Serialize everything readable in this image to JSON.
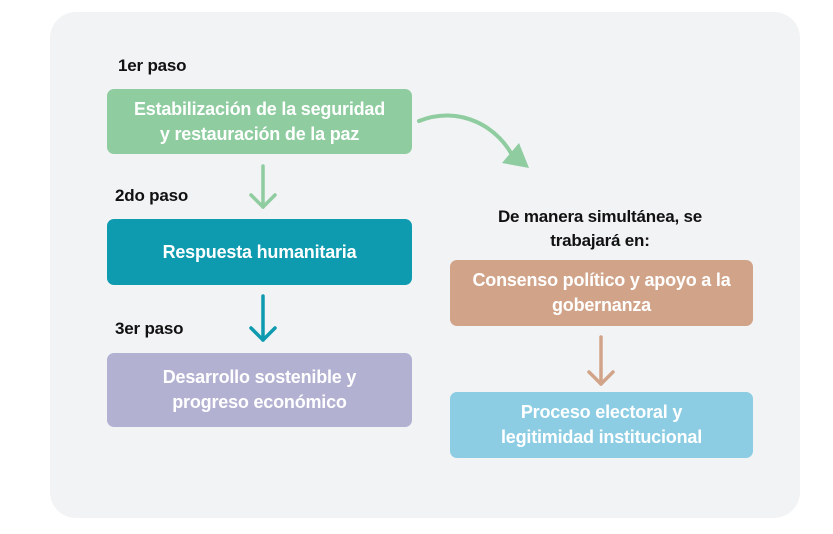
{
  "steps": {
    "step1_label": "1er paso",
    "step2_label": "2do paso",
    "step3_label": "3er paso"
  },
  "boxes": {
    "security": "Estabilización de la seguridad\ny restauración de la paz",
    "humanitarian": "Respuesta humanitaria",
    "development": "Desarrollo sostenible y\nprogreso económico",
    "consensus": "Consenso político y apoyo a la\ngobernanza",
    "electoral": "Proceso electoral y\nlegitimidad institucional"
  },
  "simultaneous_heading": "De manera simultánea, se\ntrabajará en:",
  "colors": {
    "panel_bg": "#f2f3f5",
    "security_box": "#8fcca0",
    "humanitarian_box": "#0e9bb0",
    "development_box": "#b2b1d2",
    "consensus_box": "#d1a48a",
    "electoral_box": "#8ccde4",
    "arrow_green": "#8fcca0",
    "arrow_teal": "#0e9bb0",
    "arrow_brown": "#d1a48a"
  }
}
